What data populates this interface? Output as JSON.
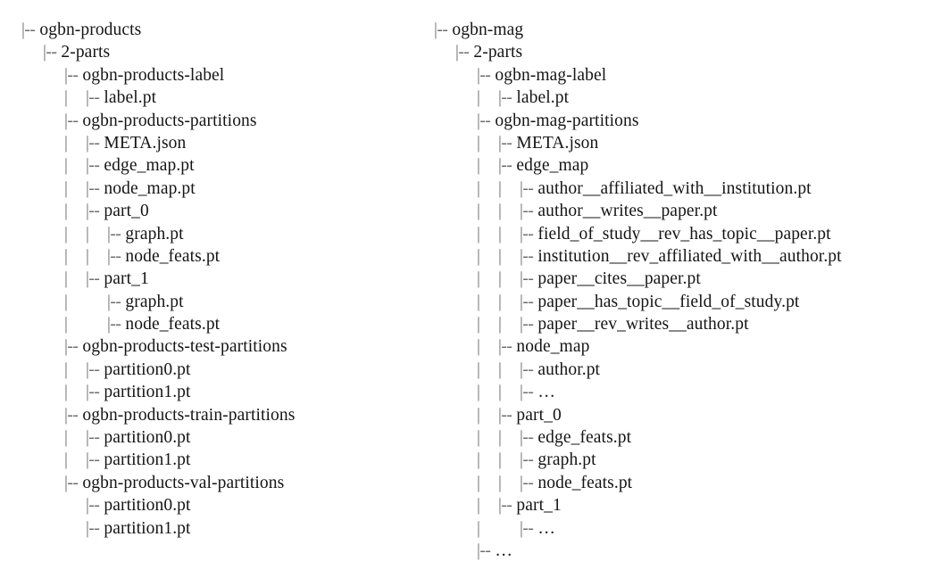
{
  "document": {
    "kind": "directory-tree-listing",
    "background_color": "#ffffff",
    "text_color": "#1c1c1c",
    "guide_color": "#6e6e6e",
    "columns": [
      {
        "id": "column-products",
        "root": "ogbn-products",
        "lines": [
          {
            "guides": [],
            "branch": "|--",
            "label": "ogbn-products"
          },
          {
            "guides": [
              " "
            ],
            "branch": "|--",
            "label": "2-parts"
          },
          {
            "guides": [
              " ",
              " "
            ],
            "branch": "|--",
            "label": "ogbn-products-label"
          },
          {
            "guides": [
              " ",
              " ",
              "|"
            ],
            "branch": "|--",
            "label": "label.pt"
          },
          {
            "guides": [
              " ",
              " "
            ],
            "branch": "|--",
            "label": "ogbn-products-partitions"
          },
          {
            "guides": [
              " ",
              " ",
              "|"
            ],
            "branch": "|--",
            "label": "META.json"
          },
          {
            "guides": [
              " ",
              " ",
              "|"
            ],
            "branch": "|--",
            "label": "edge_map.pt"
          },
          {
            "guides": [
              " ",
              " ",
              "|"
            ],
            "branch": "|--",
            "label": "node_map.pt"
          },
          {
            "guides": [
              " ",
              " ",
              "|"
            ],
            "branch": "|--",
            "label": "part_0"
          },
          {
            "guides": [
              " ",
              " ",
              "|",
              "|"
            ],
            "branch": "|--",
            "label": "graph.pt"
          },
          {
            "guides": [
              " ",
              " ",
              "|",
              "|"
            ],
            "branch": "|--",
            "label": "node_feats.pt"
          },
          {
            "guides": [
              " ",
              " ",
              "|"
            ],
            "branch": "|--",
            "label": "part_1"
          },
          {
            "guides": [
              " ",
              " ",
              "|",
              " "
            ],
            "branch": "|--",
            "label": "graph.pt"
          },
          {
            "guides": [
              " ",
              " ",
              "|",
              " "
            ],
            "branch": "|--",
            "label": "node_feats.pt"
          },
          {
            "guides": [
              " ",
              " "
            ],
            "branch": "|--",
            "label": "ogbn-products-test-partitions"
          },
          {
            "guides": [
              " ",
              " ",
              "|"
            ],
            "branch": "|--",
            "label": "partition0.pt"
          },
          {
            "guides": [
              " ",
              " ",
              "|"
            ],
            "branch": "|--",
            "label": "partition1.pt"
          },
          {
            "guides": [
              " ",
              " "
            ],
            "branch": "|--",
            "label": "ogbn-products-train-partitions"
          },
          {
            "guides": [
              " ",
              " ",
              "|"
            ],
            "branch": "|--",
            "label": "partition0.pt"
          },
          {
            "guides": [
              " ",
              " ",
              "|"
            ],
            "branch": "|--",
            "label": "partition1.pt"
          },
          {
            "guides": [
              " ",
              " "
            ],
            "branch": "|--",
            "label": "ogbn-products-val-partitions"
          },
          {
            "guides": [
              " ",
              " ",
              " "
            ],
            "branch": "|--",
            "label": "partition0.pt"
          },
          {
            "guides": [
              " ",
              " ",
              " "
            ],
            "branch": "|--",
            "label": "partition1.pt"
          }
        ]
      },
      {
        "id": "column-mag",
        "root": "ogbn-mag",
        "lines": [
          {
            "guides": [],
            "branch": "|--",
            "label": "ogbn-mag"
          },
          {
            "guides": [
              " "
            ],
            "branch": "|--",
            "label": "2-parts"
          },
          {
            "guides": [
              " ",
              " "
            ],
            "branch": "|--",
            "label": "ogbn-mag-label"
          },
          {
            "guides": [
              " ",
              " ",
              "|"
            ],
            "branch": "|--",
            "label": "label.pt"
          },
          {
            "guides": [
              " ",
              " "
            ],
            "branch": "|--",
            "label": "ogbn-mag-partitions"
          },
          {
            "guides": [
              " ",
              " ",
              "|"
            ],
            "branch": "|--",
            "label": "META.json"
          },
          {
            "guides": [
              " ",
              " ",
              "|"
            ],
            "branch": "|--",
            "label": "edge_map"
          },
          {
            "guides": [
              " ",
              " ",
              "|",
              "|"
            ],
            "branch": "|--",
            "label": "author__affiliated_with__institution.pt"
          },
          {
            "guides": [
              " ",
              " ",
              "|",
              "|"
            ],
            "branch": "|--",
            "label": "author__writes__paper.pt"
          },
          {
            "guides": [
              " ",
              " ",
              "|",
              "|"
            ],
            "branch": "|--",
            "label": "field_of_study__rev_has_topic__paper.pt"
          },
          {
            "guides": [
              " ",
              " ",
              "|",
              "|"
            ],
            "branch": "|--",
            "label": "institution__rev_affiliated_with__author.pt"
          },
          {
            "guides": [
              " ",
              " ",
              "|",
              "|"
            ],
            "branch": "|--",
            "label": "paper__cites__paper.pt"
          },
          {
            "guides": [
              " ",
              " ",
              "|",
              "|"
            ],
            "branch": "|--",
            "label": "paper__has_topic__field_of_study.pt"
          },
          {
            "guides": [
              " ",
              " ",
              "|",
              "|"
            ],
            "branch": "|--",
            "label": "paper__rev_writes__author.pt"
          },
          {
            "guides": [
              " ",
              " ",
              "|"
            ],
            "branch": "|--",
            "label": "node_map"
          },
          {
            "guides": [
              " ",
              " ",
              "|",
              "|"
            ],
            "branch": "|--",
            "label": "author.pt"
          },
          {
            "guides": [
              " ",
              " ",
              "|",
              "|"
            ],
            "branch": "|--",
            "label": "…"
          },
          {
            "guides": [
              " ",
              " ",
              "|"
            ],
            "branch": "|--",
            "label": "part_0"
          },
          {
            "guides": [
              " ",
              " ",
              "|",
              "|"
            ],
            "branch": "|--",
            "label": "edge_feats.pt"
          },
          {
            "guides": [
              " ",
              " ",
              "|",
              "|"
            ],
            "branch": "|--",
            "label": "graph.pt"
          },
          {
            "guides": [
              " ",
              " ",
              "|",
              "|"
            ],
            "branch": "|--",
            "label": "node_feats.pt"
          },
          {
            "guides": [
              " ",
              " ",
              "|"
            ],
            "branch": "|--",
            "label": "part_1"
          },
          {
            "guides": [
              " ",
              " ",
              "|",
              " "
            ],
            "branch": "|--",
            "label": "…"
          },
          {
            "guides": [
              " ",
              " "
            ],
            "branch": "|--",
            "label": "…"
          }
        ]
      }
    ]
  }
}
